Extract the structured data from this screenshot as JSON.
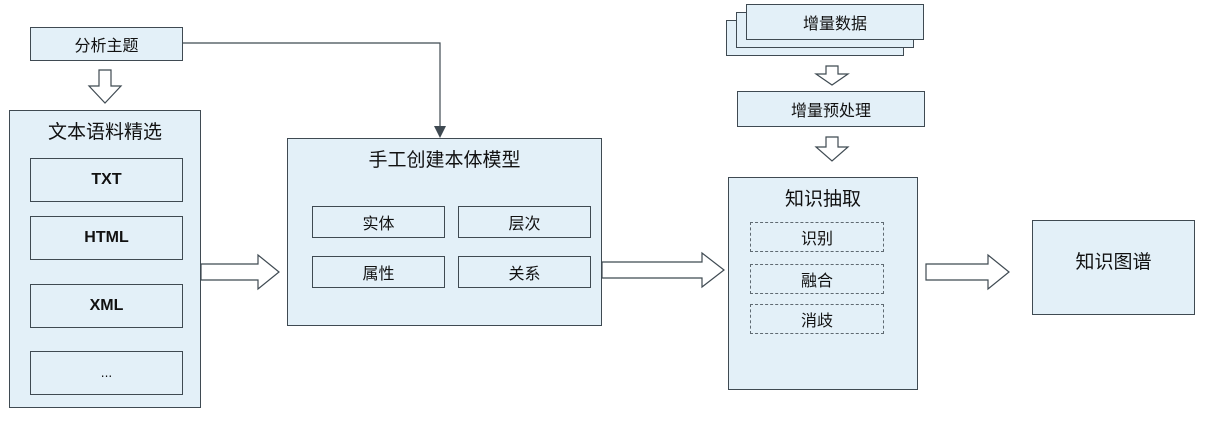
{
  "topic": "分析主题",
  "corpus": {
    "title": "文本语料精选",
    "items": [
      "TXT",
      "HTML",
      "XML",
      "..."
    ]
  },
  "ontology": {
    "title": "手工创建本体模型",
    "items": [
      "实体",
      "层次",
      "属性",
      "关系"
    ]
  },
  "incremental": {
    "data": "增量数据",
    "preprocess": "增量预处理"
  },
  "extraction": {
    "title": "知识抽取",
    "items": [
      "识别",
      "融合",
      "消歧"
    ]
  },
  "result": "知识图谱",
  "colors": {
    "box_fill": "#e3f0f8",
    "border": "#3f4a52"
  }
}
